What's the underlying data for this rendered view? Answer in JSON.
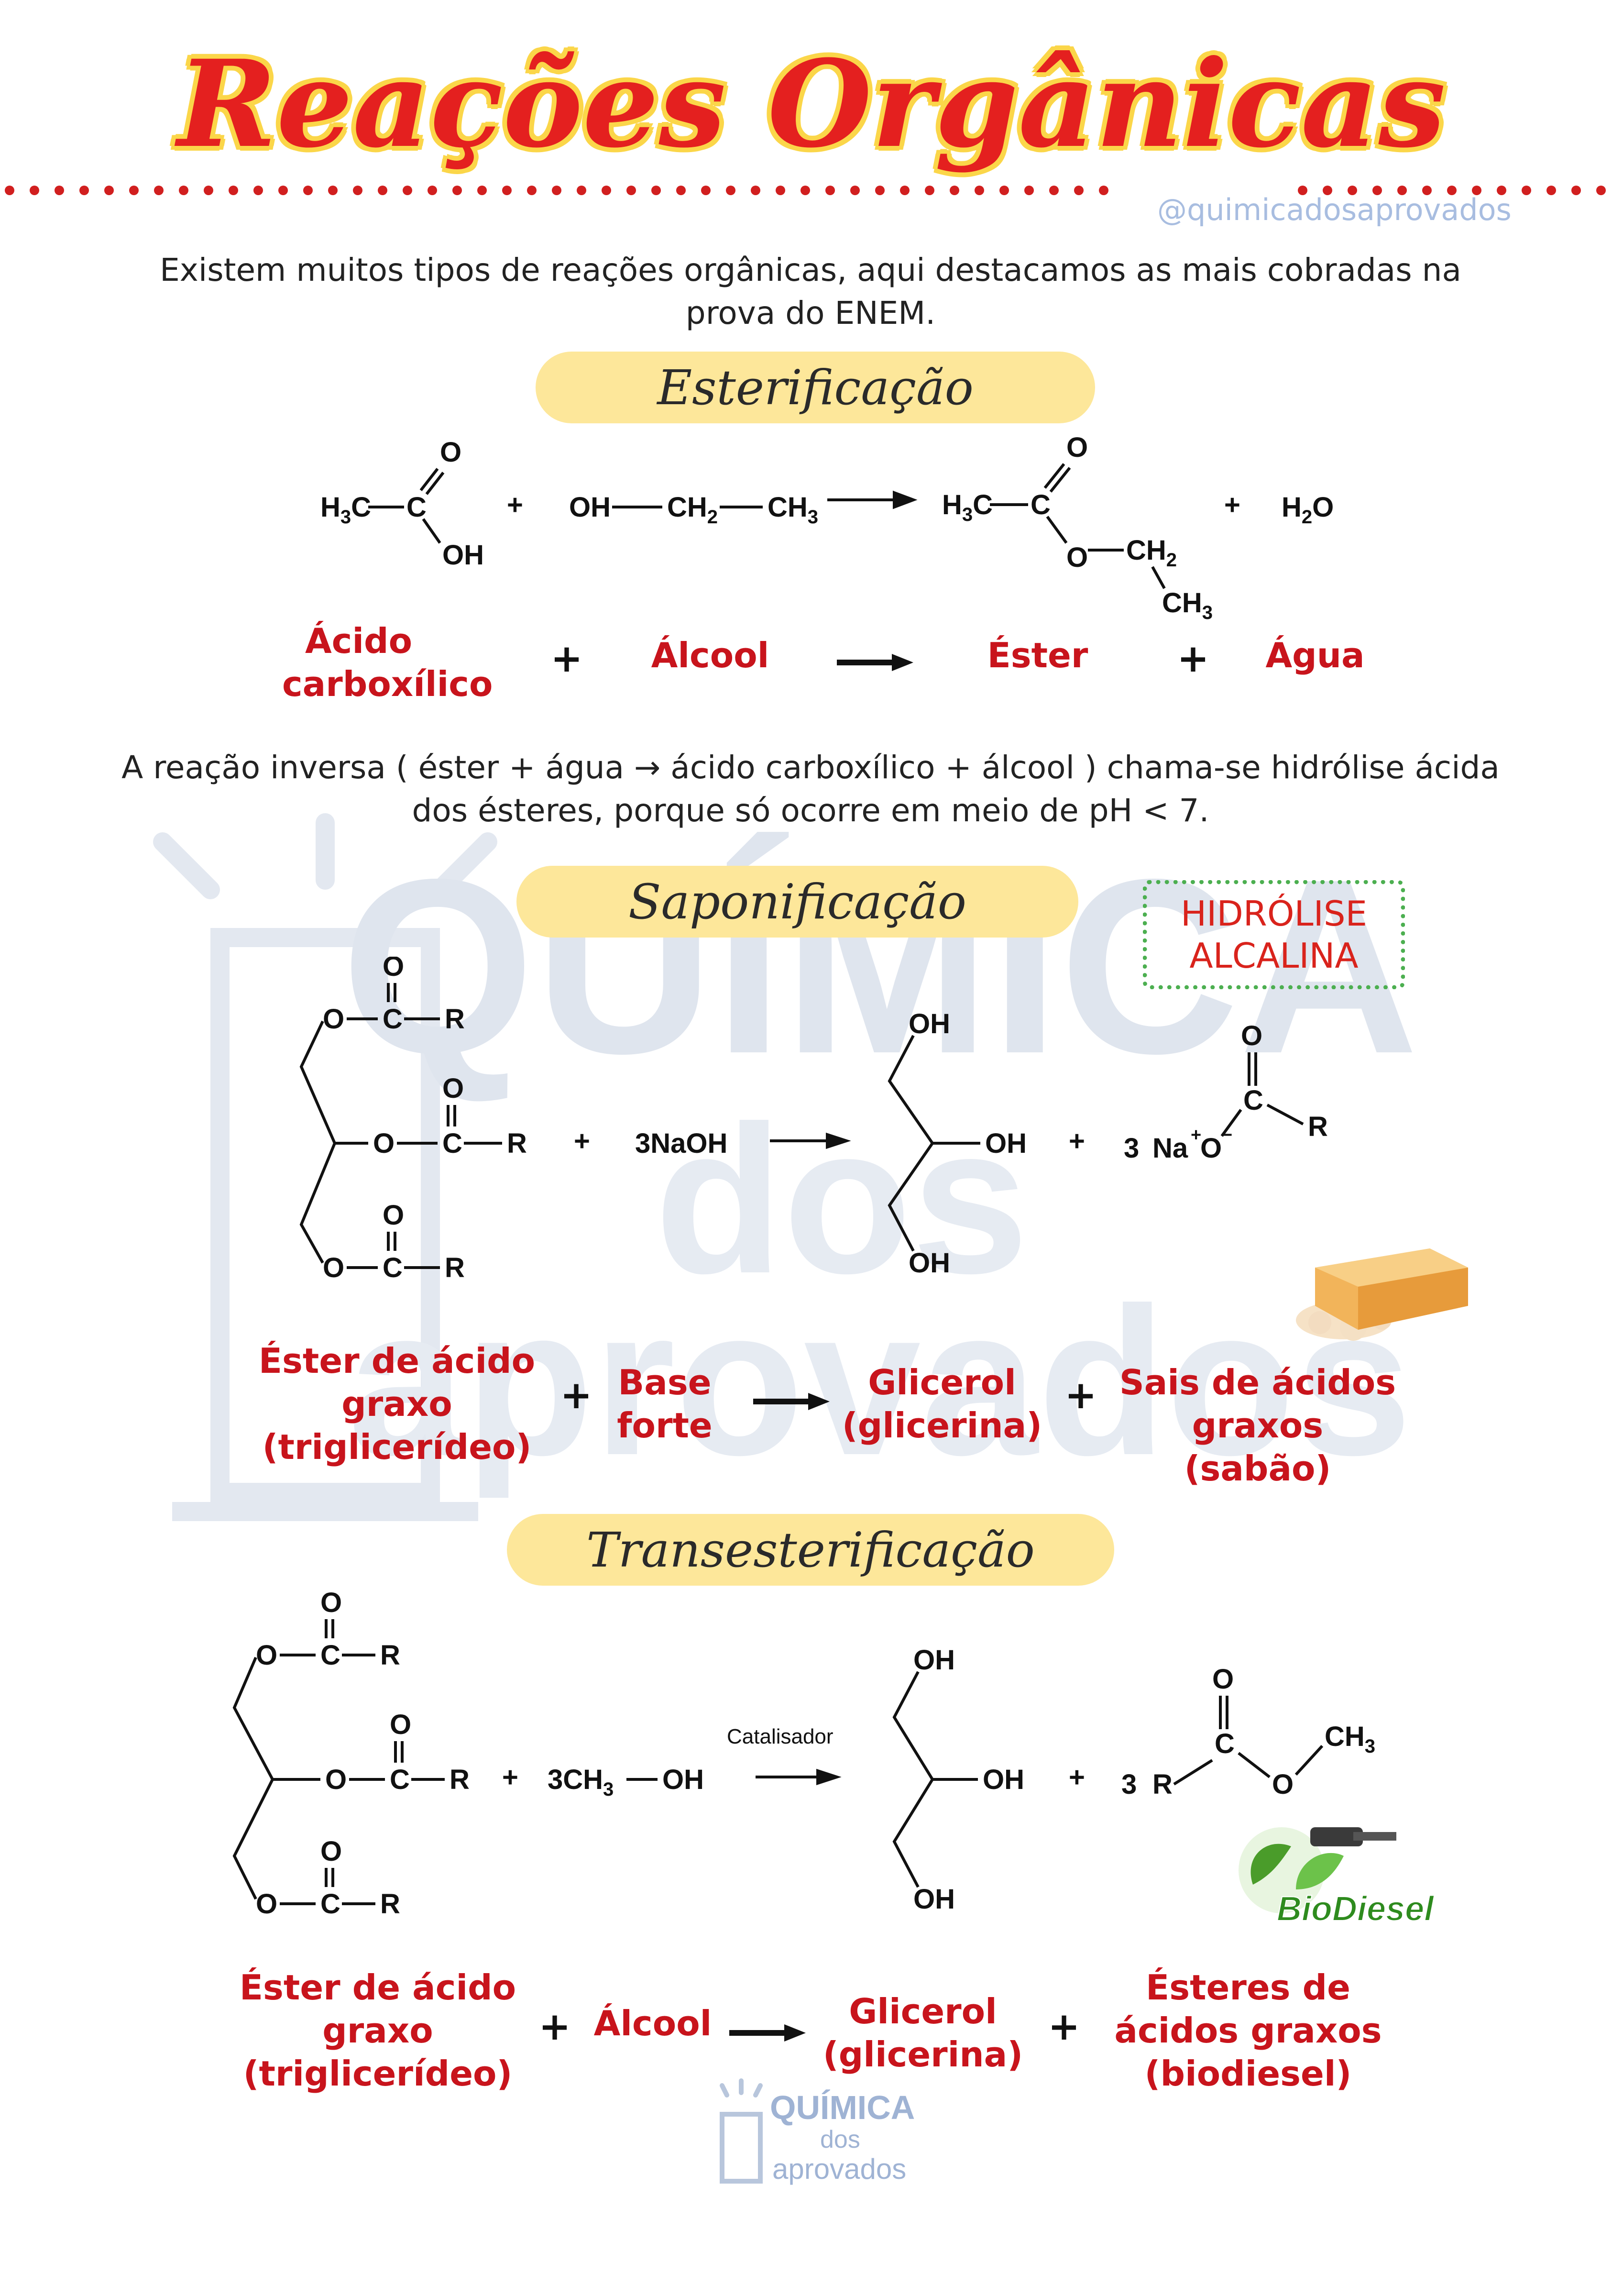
{
  "header": {
    "title": "Reações Orgânicas",
    "handle": "@quimicadosaprovados"
  },
  "intro": "Existem muitos tipos de reações orgânicas, aqui destacamos as mais cobradas na prova do ENEM.",
  "esterificacao": {
    "title": "Esterificação",
    "labels": {
      "acid": "Ácido carboxílico",
      "alcohol": "Álcool",
      "ester": "Éster",
      "water": "Água"
    },
    "inverse_note": "A reação inversa ( éster + água → ácido carboxílico + álcool ) chama-se hidrólise ácida dos ésteres, porque só ocorre em meio de pH < 7."
  },
  "saponificacao": {
    "title": "Saponificação",
    "badge": [
      "HIDRÓLISE",
      "ALCALINA"
    ],
    "reagent": "3NaOH",
    "labels": {
      "ester": "Éster de ácido graxo (triglicerídeo)",
      "base": "Base forte",
      "glycerol": "Glicerol (glicerina)",
      "salts": "Sais de ácidos graxos (sabão)"
    }
  },
  "transesterificacao": {
    "title": "Transesterificação",
    "catalyst": "Catalisador",
    "labels": {
      "ester": "Éster de ácido graxo (triglicerídeo)",
      "alcohol": "Álcool",
      "glycerol": "Glicerol (glicerina)",
      "biodiesel": "Ésteres de ácidos graxos (biodiesel)"
    },
    "biodiesel_logo": "BioDiesel"
  },
  "watermark": {
    "line1": "QUÍMICA",
    "line2": "dos",
    "line3": "aprovados"
  },
  "footer_logo": {
    "line1": "QUÍMICA",
    "line2": "dos",
    "line3": "aprovados"
  },
  "colors": {
    "title_red": "#e4201f",
    "title_outline": "#fbd649",
    "label_red": "#c8141c",
    "pill_yellow": "#fde79a",
    "badge_green": "#4caf50",
    "watermark_blue": "#dfe5ee"
  }
}
